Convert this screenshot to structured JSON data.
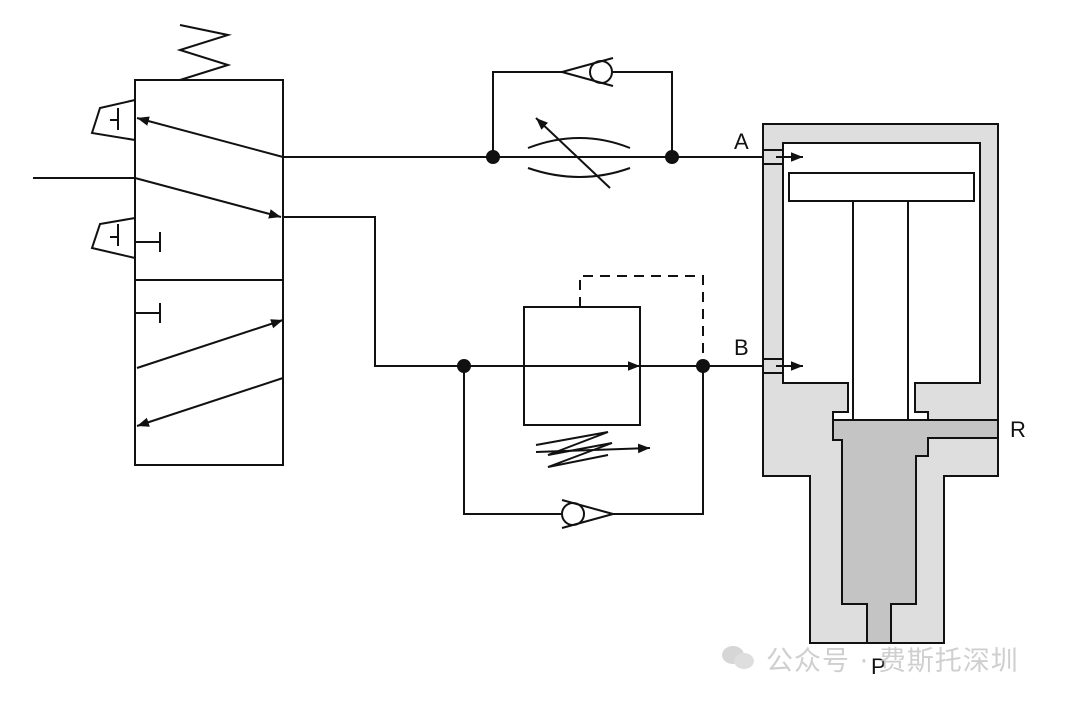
{
  "ports": {
    "a": "A",
    "b": "B",
    "r": "R",
    "p": "P"
  },
  "watermark": {
    "text": "公众号 · 费斯托深圳",
    "icon": "wechat-icon"
  },
  "colors": {
    "line": "#111111",
    "housing": "#dedede",
    "piston_chamber": "#c4c4c4",
    "background": "#ffffff"
  }
}
